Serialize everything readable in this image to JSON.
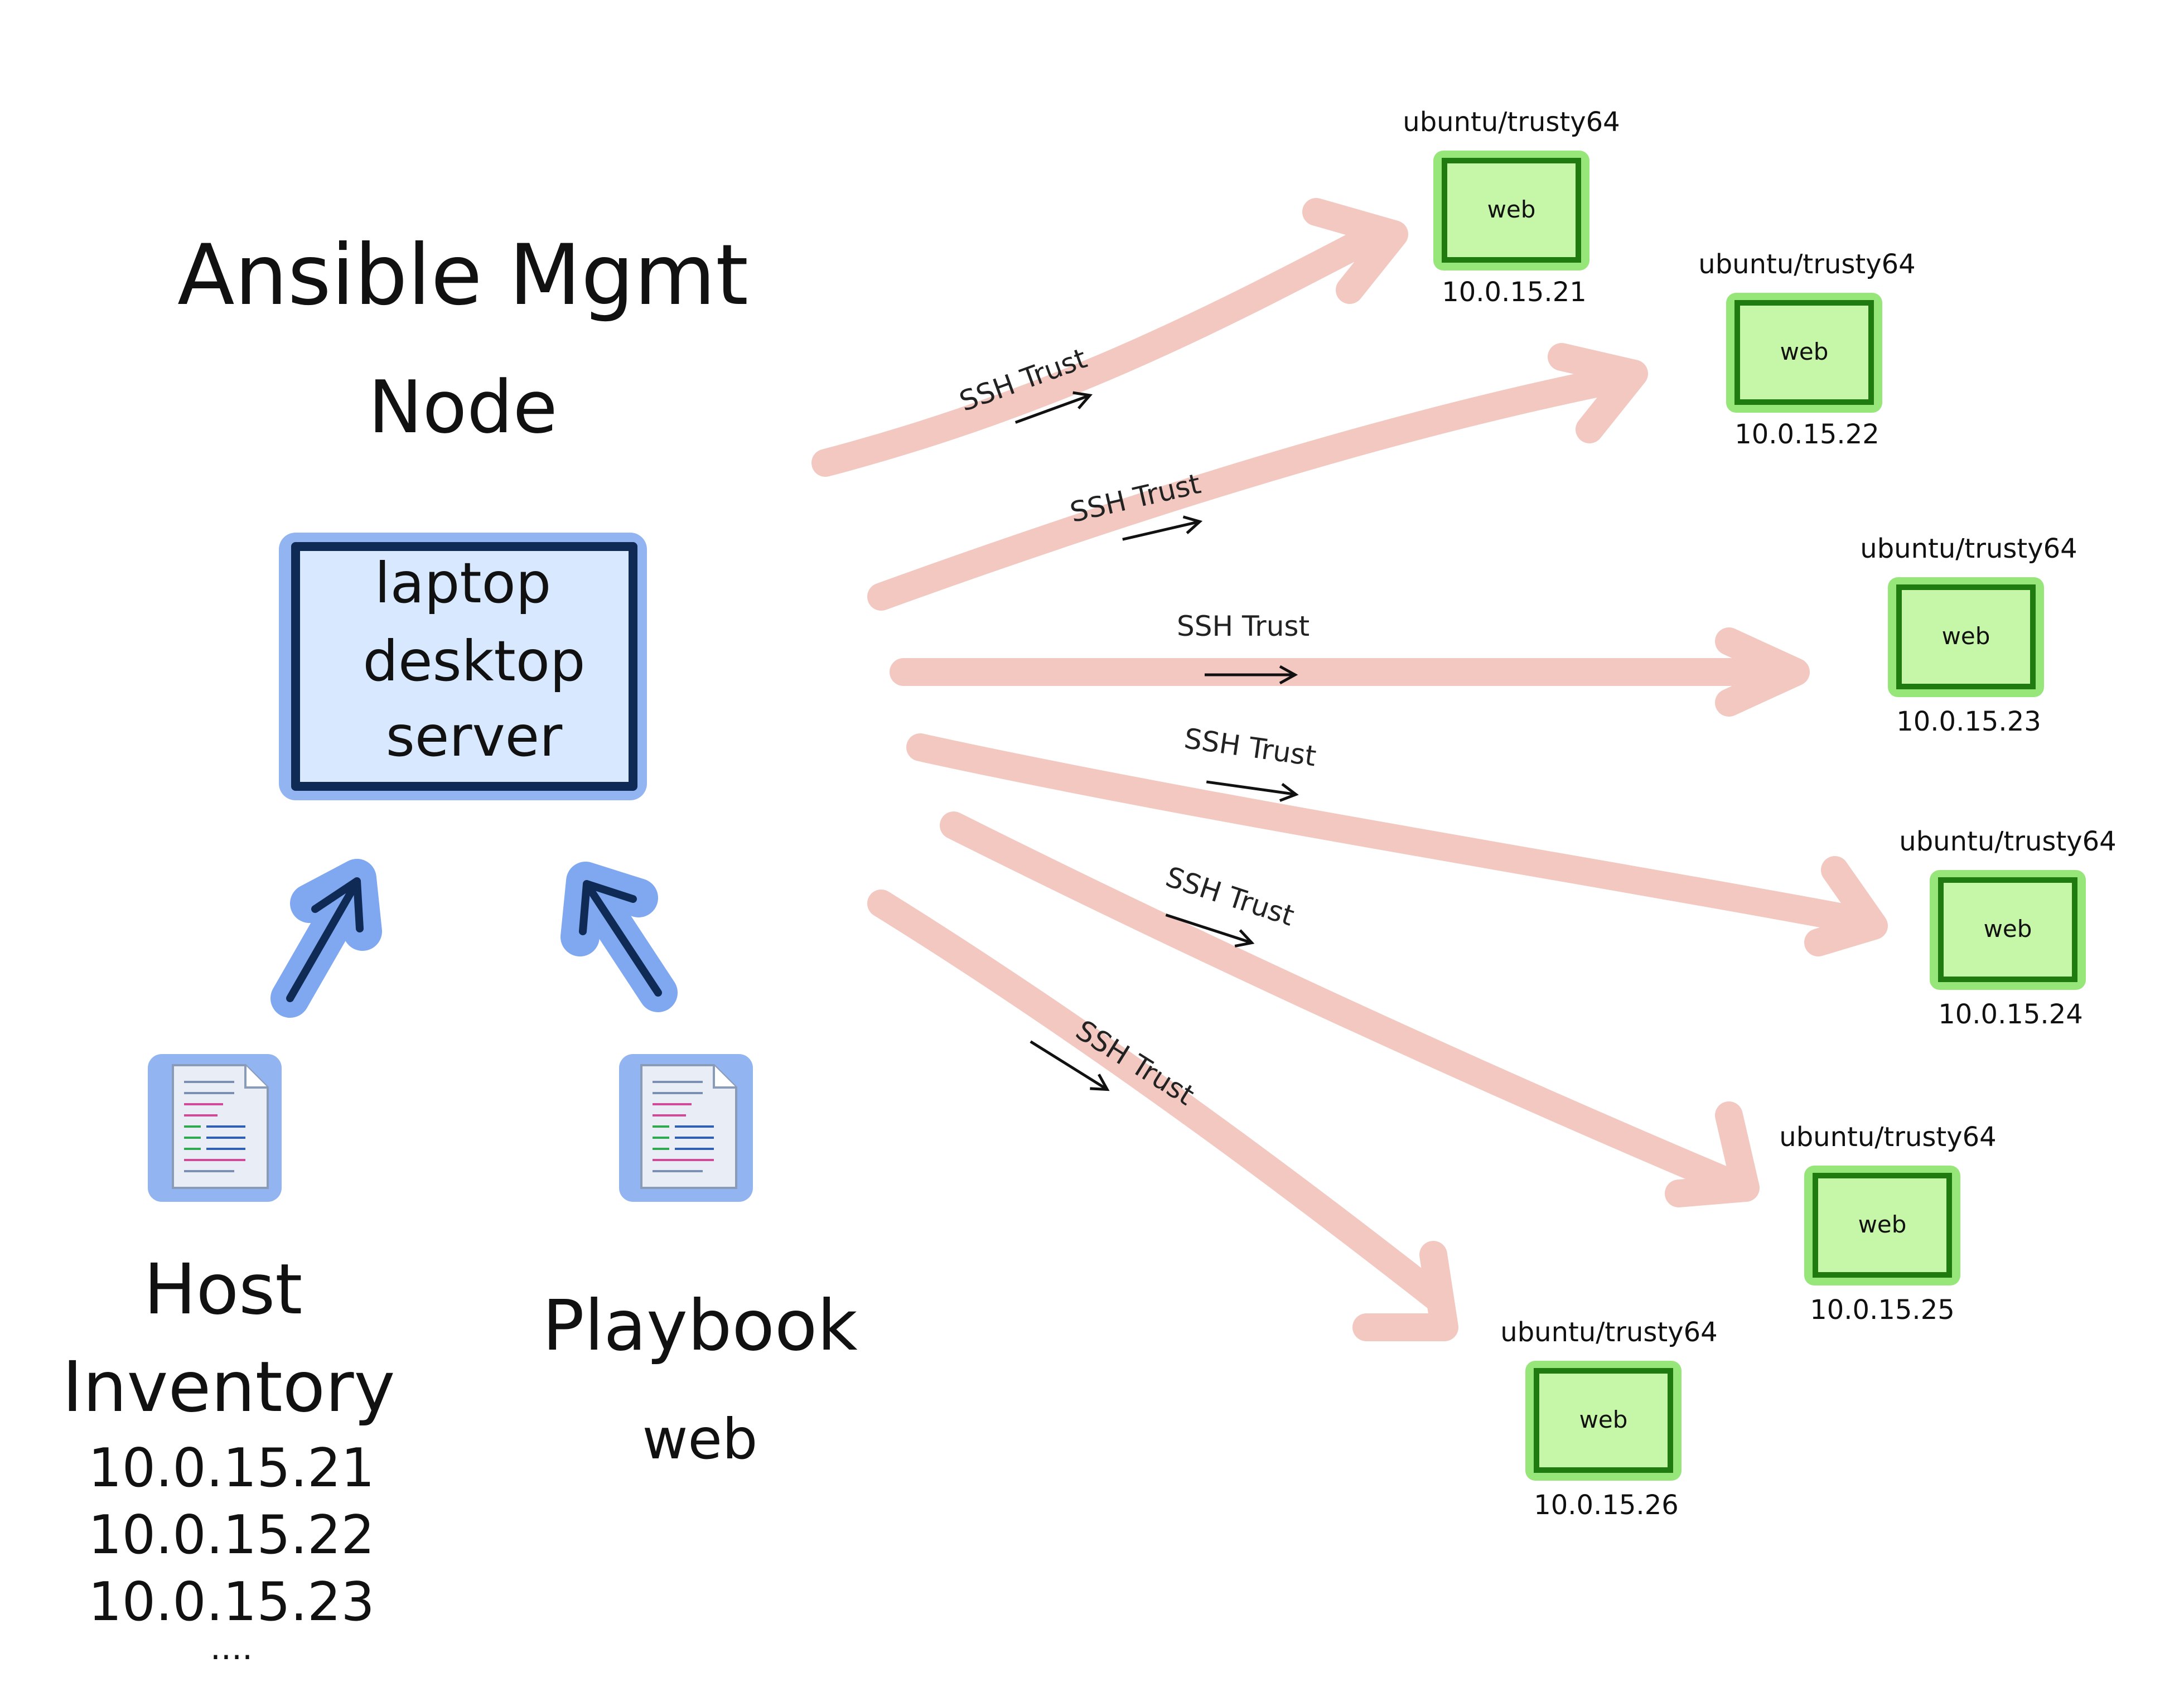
{
  "colors": {
    "arrow": "#f2c8c0",
    "mgmt_fill": "#d8e8ff",
    "mgmt_glow": "#7fa8f0",
    "mgmt_border": "#0f2a55",
    "host_fill": "#c6f7a8",
    "host_glow": "#8be36a",
    "host_border": "#1f7a10",
    "input_arrow": "#7fa8f0",
    "input_arrow_ink": "#0f2a55"
  },
  "mgmt_node": {
    "title_line1": "Ansible Mgmt",
    "title_line2": "Node",
    "box_line1": "laptop",
    "box_line2": "desktop",
    "box_line3": "server"
  },
  "inputs": {
    "inventory": {
      "icon": "document-icon",
      "title_line1": "Host",
      "title_line2": "Inventory",
      "entries": [
        "10.0.15.21",
        "10.0.15.22",
        "10.0.15.23",
        "...."
      ]
    },
    "playbook": {
      "icon": "document-icon",
      "title": "Playbook",
      "subtitle": "web"
    }
  },
  "connections": [
    {
      "label": "SSH Trust"
    },
    {
      "label": "SSH Trust"
    },
    {
      "label": "SSH Trust"
    },
    {
      "label": "SSH Trust"
    },
    {
      "label": "SSH Trust"
    },
    {
      "label": "SSH Trust"
    }
  ],
  "hosts": [
    {
      "os": "ubuntu/trusty64",
      "role": "web",
      "ip": "10.0.15.21"
    },
    {
      "os": "ubuntu/trusty64",
      "role": "web",
      "ip": "10.0.15.22"
    },
    {
      "os": "ubuntu/trusty64",
      "role": "web",
      "ip": "10.0.15.23"
    },
    {
      "os": "ubuntu/trusty64",
      "role": "web",
      "ip": "10.0.15.24"
    },
    {
      "os": "ubuntu/trusty64",
      "role": "web",
      "ip": "10.0.15.25"
    },
    {
      "os": "ubuntu/trusty64",
      "role": "web",
      "ip": "10.0.15.26"
    }
  ]
}
